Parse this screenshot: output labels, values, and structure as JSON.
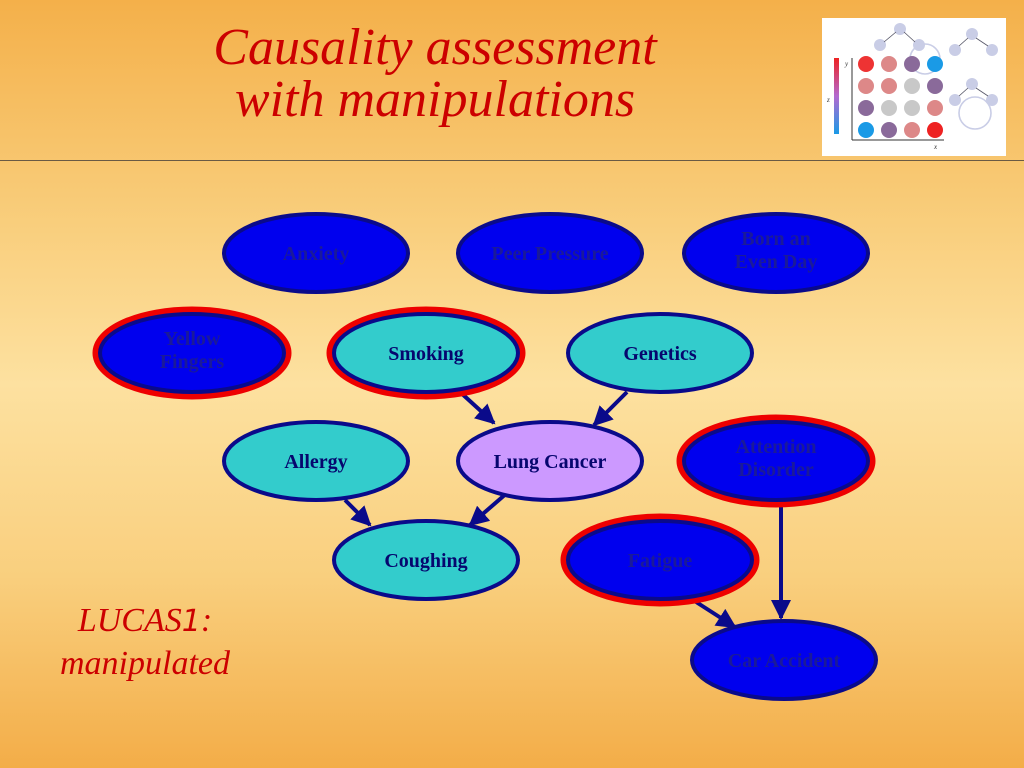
{
  "slide": {
    "title_line1": "Causality assessment",
    "title_line2": "with manipulations",
    "subtitle_line1_prefix": "LUCAS",
    "subtitle_line1_num": "1",
    "subtitle_line1_suffix": ":",
    "subtitle_line2": "manipulated"
  },
  "colors": {
    "title": "#cc0000",
    "node_blue": "#0000ee",
    "node_teal": "#33cccc",
    "node_lavender": "#cc99ff",
    "border_navy": "#0a0a8a",
    "border_red": "#ee0000",
    "edge": "#0a0a8a"
  },
  "diagram": {
    "nodes": [
      {
        "id": "anxiety",
        "label": "Anxiety",
        "fill": "blue",
        "manipulated": false
      },
      {
        "id": "peer_pressure",
        "label": "Peer Pressure",
        "fill": "blue",
        "manipulated": false
      },
      {
        "id": "born_even_day",
        "label": "Born an Even Day",
        "lines": [
          "Born an",
          "Even Day"
        ],
        "fill": "blue",
        "manipulated": false
      },
      {
        "id": "yellow_fingers",
        "label": "Yellow Fingers",
        "lines": [
          "Yellow",
          "Fingers"
        ],
        "fill": "blue",
        "manipulated": true
      },
      {
        "id": "smoking",
        "label": "Smoking",
        "fill": "teal",
        "manipulated": true
      },
      {
        "id": "genetics",
        "label": "Genetics",
        "fill": "teal",
        "manipulated": false
      },
      {
        "id": "allergy",
        "label": "Allergy",
        "fill": "teal",
        "manipulated": false
      },
      {
        "id": "lung_cancer",
        "label": "Lung Cancer",
        "fill": "lavender",
        "manipulated": false
      },
      {
        "id": "attention_disorder",
        "label": "Attention Disorder",
        "lines": [
          "Attention",
          "Disorder"
        ],
        "fill": "blue",
        "manipulated": true
      },
      {
        "id": "coughing",
        "label": "Coughing",
        "fill": "teal",
        "manipulated": false
      },
      {
        "id": "fatigue",
        "label": "Fatigue",
        "fill": "blue",
        "manipulated": true
      },
      {
        "id": "car_accident",
        "label": "Car Accident",
        "fill": "blue",
        "manipulated": false
      }
    ],
    "edges": [
      {
        "from": "smoking",
        "to": "lung_cancer"
      },
      {
        "from": "genetics",
        "to": "lung_cancer"
      },
      {
        "from": "allergy",
        "to": "coughing"
      },
      {
        "from": "lung_cancer",
        "to": "coughing"
      },
      {
        "from": "fatigue",
        "to": "car_accident"
      },
      {
        "from": "attention_disorder",
        "to": "car_accident"
      }
    ]
  },
  "thumbnail": {
    "labels": [
      "x",
      "y",
      "z"
    ],
    "grid_colors": [
      [
        "#ee3333",
        "#dd8888",
        "#8a6a9a",
        "#1a9ae6"
      ],
      [
        "#dd8888",
        "#dd8888",
        "#c8c8c8",
        "#8a6a9a"
      ],
      [
        "#8a6a9a",
        "#c8c8c8",
        "#c8c8c8",
        "#dd8888"
      ],
      [
        "#1a9ae6",
        "#8a6a9a",
        "#dd8888",
        "#ee2222"
      ]
    ]
  }
}
